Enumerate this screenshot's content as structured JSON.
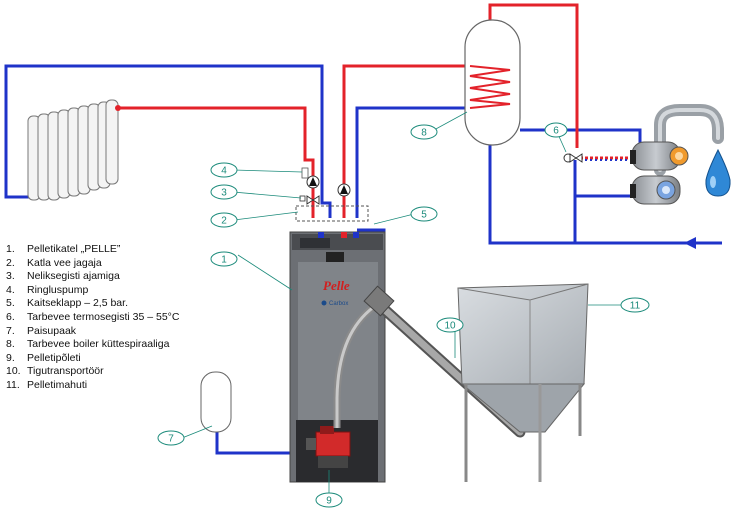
{
  "legend": [
    {
      "num": "1.",
      "text": "Pelletikatel „PELLE”"
    },
    {
      "num": "2.",
      "text": "Katla vee jagaja"
    },
    {
      "num": "3.",
      "text": "Neliksegisti ajamiga"
    },
    {
      "num": "4.",
      "text": "Ringluspump"
    },
    {
      "num": "5.",
      "text": "Kaitseklapp – 2,5 bar."
    },
    {
      "num": "6.",
      "text": "Tarbevee termosegisti 35 – 55°C"
    },
    {
      "num": "7.",
      "text": "Paisupaak"
    },
    {
      "num": "8.",
      "text": "Tarbevee boiler küttespiraaliga"
    },
    {
      "num": "9.",
      "text": "Pelletipõleti"
    },
    {
      "num": "10.",
      "text": "Tigutransportöör"
    },
    {
      "num": "11.",
      "text": "Pelletimahuti"
    }
  ],
  "callouts": {
    "c1": "1",
    "c2": "2",
    "c3": "3",
    "c4": "4",
    "c5": "5",
    "c6": "6",
    "c7": "7",
    "c8": "8",
    "c9": "9",
    "c10": "10",
    "c11": "11"
  },
  "boiler": {
    "brand": "Pelle",
    "logo": "Carbox"
  },
  "colors": {
    "supply": "#e3222a",
    "return": "#1f33c9",
    "callout": "#1a8a7a"
  },
  "icons": [
    "radiator-icon",
    "faucet-icon",
    "water-drop-icon",
    "circulation-pump-icon"
  ]
}
